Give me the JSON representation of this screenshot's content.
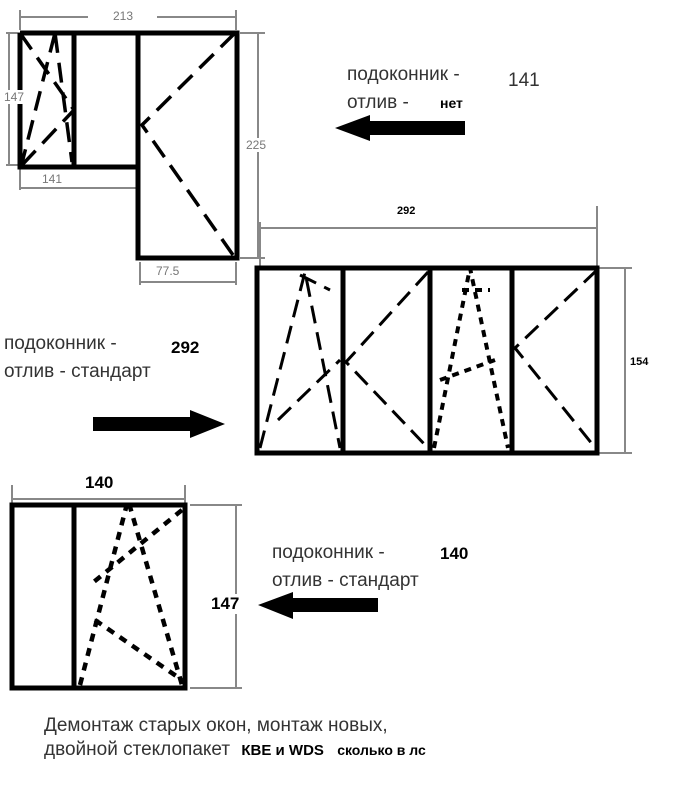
{
  "window1": {
    "width_top": "213",
    "height_left": "147",
    "bottom_left": "141",
    "height_right": "225",
    "bottom_right": "77.5",
    "sill_label": "подоконник -",
    "sill_value": "141",
    "drip_label": "отлив -",
    "drip_value": "нет"
  },
  "window2": {
    "width": "292",
    "height": "154",
    "sill_label": "подоконник -",
    "sill_value": "292",
    "drip_label": "отлив - стандарт"
  },
  "window3": {
    "width": "140",
    "height": "147",
    "sill_label": "подоконник -",
    "sill_value": "140",
    "drip_label": "отлив - стандарт"
  },
  "footer": {
    "line1": "Демонтаж старых окон, монтаж новых,",
    "line2": "двойной стеклопакет",
    "brands": "КВЕ и WDS",
    "question": "сколько в лс"
  }
}
